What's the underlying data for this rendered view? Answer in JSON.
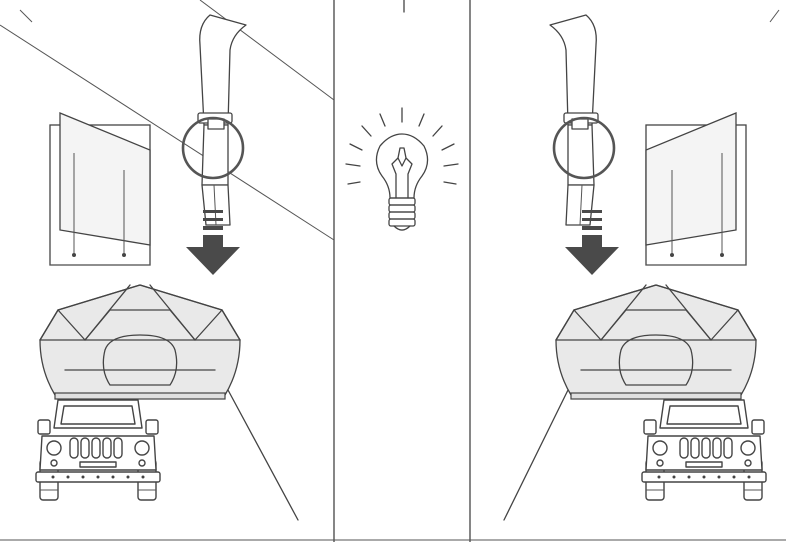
{
  "panels": [
    {
      "id": "left",
      "description_name": "wrong-mounting"
    },
    {
      "id": "center",
      "description_name": "tip"
    },
    {
      "id": "right",
      "description_name": "mirrored-mounting"
    }
  ],
  "icons": {
    "bulb": "light-bulb-icon",
    "arrow": "down-arrow-icon",
    "strap": "strap-buckle-icon",
    "tent": "rooftop-tent-icon",
    "vehicle": "jeep-front-icon",
    "window": "window-panel-icon"
  },
  "colors": {
    "line": "#444444",
    "arrow": "#4a4a4a",
    "tent_fill": "#e9e9e9",
    "background": "#ffffff"
  }
}
